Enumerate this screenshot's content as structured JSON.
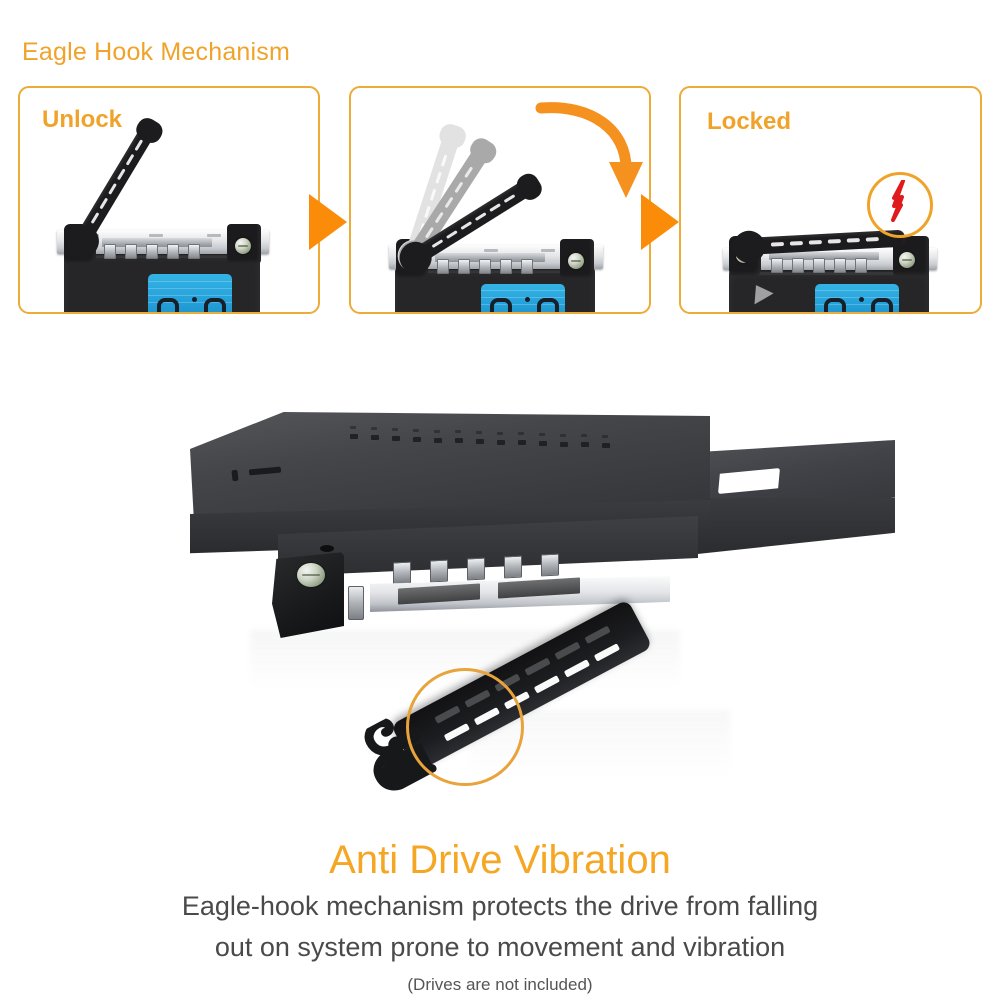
{
  "section": {
    "title": "Eagle Hook Mechanism"
  },
  "steps": [
    {
      "label": "Unlock",
      "state": "lever-open",
      "icon": "lever-open-icon"
    },
    {
      "label": "",
      "state": "lever-rotating",
      "icon": "rotation-arrow-icon"
    },
    {
      "label": "Locked",
      "state": "lever-closed",
      "icon": "lightning-bolt-icon"
    }
  ],
  "arrows": {
    "step_arrow_1": "play-triangle-icon",
    "step_arrow_2": "play-triangle-icon",
    "rotation_arrow": "curved-down-arrow-icon"
  },
  "hero": {
    "product": "drive-caddy-mobile-rack",
    "highlight": "eagle-hook-claw-highlight-circle",
    "lever": "eagle-hook-lever"
  },
  "caption": {
    "title": "Anti Drive Vibration",
    "line1": "Eagle-hook mechanism protects the drive from falling",
    "line2": "out on system prone to movement and vibration",
    "note": "(Drives are not included)"
  },
  "colors": {
    "accent_orange": "#F5A623",
    "border_orange": "#EDAC3A",
    "arrow_orange": "#FA8C0A",
    "bolt_red": "#E01B1B",
    "label_blue": "#27A3DC",
    "body_text": "#4a4a4a",
    "product_black": "#2e2f33",
    "background": "#FFFFFF"
  }
}
